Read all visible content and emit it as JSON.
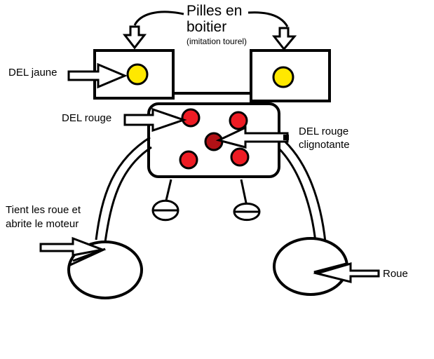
{
  "labels": {
    "title_line1": "Pilles en",
    "title_line2": "boitier",
    "title_sub": "(imitation tourel)",
    "del_jaune": "DEL jaune",
    "del_rouge": "DEL rouge",
    "del_rouge_clign_1": "DEL rouge",
    "del_rouge_clign_2": "clignotante",
    "tient_1": "Tient les roue et",
    "tient_2": "abrite le moteur",
    "roue": "Roue"
  },
  "colors": {
    "yellow": "#ffe800",
    "red": "#ee1c24",
    "dark_red": "#b11116",
    "stroke": "#000000"
  }
}
